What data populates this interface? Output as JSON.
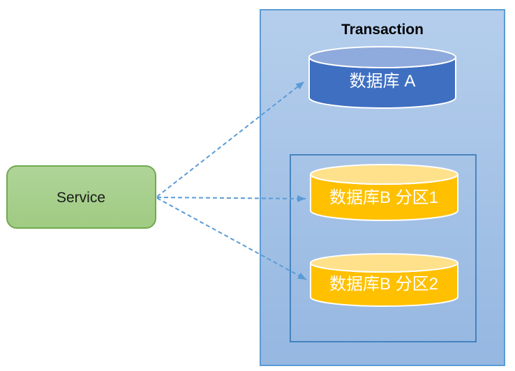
{
  "diagram": {
    "service": {
      "label": "Service"
    },
    "transaction": {
      "title": "Transaction"
    },
    "databases": [
      {
        "label": "数据库 A",
        "body_color": "#3F6FC1",
        "top_color": "#8FAADC",
        "group": "transaction"
      },
      {
        "label": "数据库B 分区1",
        "body_color": "#FFC000",
        "top_color": "#FFE18C",
        "group": "inner-partition-group"
      },
      {
        "label": "数据库B 分区2",
        "body_color": "#FFC000",
        "top_color": "#FFE18C",
        "group": "inner-partition-group"
      }
    ],
    "connections": [
      {
        "from": "Service",
        "to": "数据库 A",
        "style": "dashed-arrow"
      },
      {
        "from": "Service",
        "to": "数据库B 分区1",
        "style": "dashed-arrow"
      },
      {
        "from": "Service",
        "to": "数据库B 分区2",
        "style": "dashed-arrow"
      }
    ],
    "colors": {
      "transaction_fill_top": "#B5CEEC",
      "transaction_fill_bottom": "#95B7E1",
      "transaction_border": "#5B9BD5",
      "inner_box_border": "#2E75B6",
      "service_fill_top": "#AFD498",
      "service_fill_bottom": "#A0CB82",
      "service_border": "#71A94F",
      "arrow": "#5B9BD5"
    }
  }
}
